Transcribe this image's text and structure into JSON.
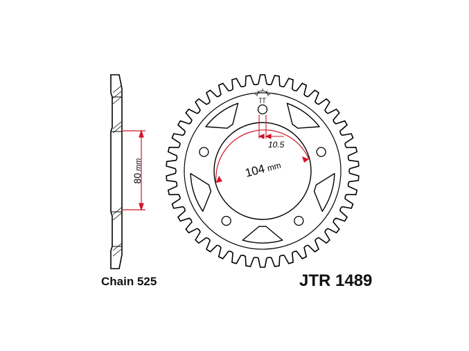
{
  "side_view": {
    "dimension_value": "80",
    "dimension_unit": "mm"
  },
  "front_view": {
    "tooth_count": 42,
    "bolt_hole_count": 5,
    "bolt_hole_dimension": "10.5",
    "pcd_value": "104",
    "pcd_unit": "mm"
  },
  "chain_label": "Chain 525",
  "part_number": "JTR 1489",
  "colors": {
    "outline": "#000000",
    "dimension": "#d0122a"
  },
  "icons": [
    "jt-logo-icon"
  ]
}
